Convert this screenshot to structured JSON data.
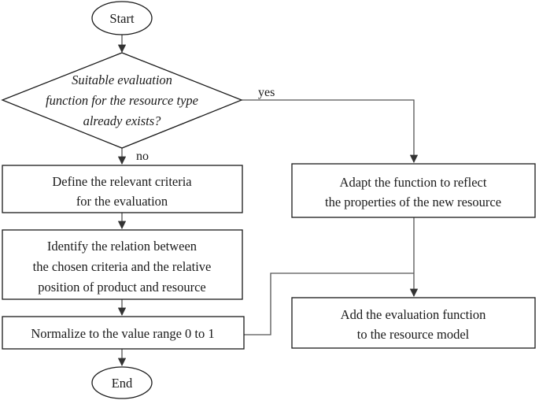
{
  "diagram": {
    "start": "Start",
    "end": "End",
    "decision": {
      "lines": [
        "Suitable evaluation",
        "function for the resource type",
        "already exists?"
      ]
    },
    "edge_labels": {
      "yes": "yes",
      "no": "no"
    },
    "steps": {
      "define": [
        "Define the relevant criteria",
        "for the evaluation"
      ],
      "identify": [
        "Identify the relation between",
        "the chosen criteria and the relative",
        "position of product and resource"
      ],
      "normalize": [
        "Normalize to the value range 0 to 1"
      ],
      "adapt": [
        "Adapt the function to reflect",
        "the properties of the new resource"
      ],
      "add": [
        "Add the evaluation function",
        "to the resource model"
      ]
    }
  }
}
